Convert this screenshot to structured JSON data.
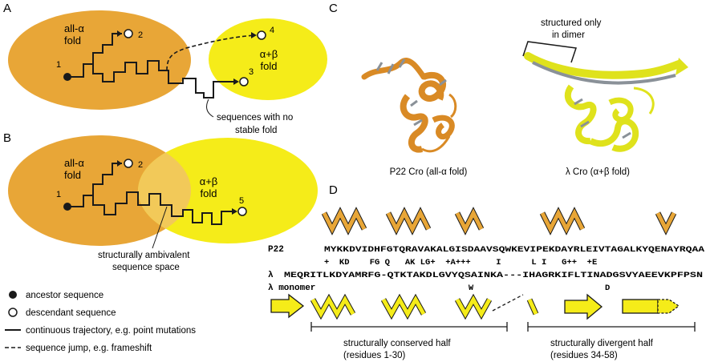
{
  "panels": {
    "a": {
      "letter": "A",
      "fold1_label": "all-α",
      "fold1_label_b": "fold",
      "fold2_label": "α+β",
      "fold2_label_b": "fold",
      "node1": "1",
      "node2": "2",
      "node3": "3",
      "node4": "4",
      "note_line1": "sequences with no",
      "note_line2": "stable fold"
    },
    "b": {
      "letter": "B",
      "fold1_label": "all-α",
      "fold1_label_b": "fold",
      "fold2_label": "α+β",
      "fold2_label_b": "fold",
      "node1": "1",
      "node2": "2",
      "node5": "5",
      "note_line1": "structurally ambivalent",
      "note_line2": "sequence space"
    },
    "c": {
      "letter": "C",
      "dimer_line1": "structured only",
      "dimer_line2": "in dimer",
      "left_caption": "P22 Cro (all-α fold)",
      "right_caption": "λ Cro (α+β fold)"
    },
    "d": {
      "letter": "D",
      "row1_label": "P22",
      "row1_seq": "MYKKDVIDHFGTQRAVAKALGISDAAVSQWKEVIPEKDAYRLEIVTAGALKYQENAYRQAA",
      "row_match": "+  KD    FG Q   AK LG+  +A+++     I      L I   G++  +E",
      "row2_label": "λ",
      "row2_seq": "MEQRITLKDYAMRFG-QTKTAKDLGVYQSAINKA---IHAGRKIFLTINADGSVYAEEVKPFPSN",
      "row3_label": "λ monomer",
      "row3_seq": "                          W                          D",
      "half1_line1": "structurally conserved half",
      "half1_line2": "(residues 1-30)",
      "half2_line1": "structurally divergent half",
      "half2_line2": "(residues 34-58)"
    }
  },
  "legend": {
    "ancestor": "ancestor sequence",
    "descendant": "descendant sequence",
    "continuous": "continuous trajectory, e.g. point mutations",
    "jump": "sequence jump, e.g. frameshift"
  },
  "colors": {
    "orange": "#e8a637",
    "yellow": "#f5ec19",
    "ribbon_orange": "#d98a25",
    "ribbon_yellow": "#dfe21c",
    "ribbon_grey": "#8a9198",
    "ink": "#1a1a1a"
  }
}
